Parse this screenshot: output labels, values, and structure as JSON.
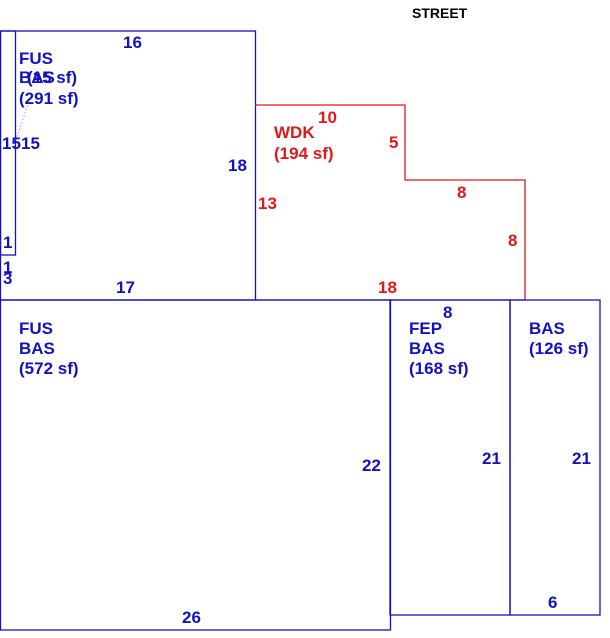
{
  "street_label": "STREET",
  "colors": {
    "structure": "#1212c0",
    "deck": "#e01818",
    "text": "#000000"
  },
  "areas": {
    "upper_fus": {
      "line1": "FUS",
      "line2": "BAS",
      "overlap": "(15 sf)",
      "area": "(291 sf)"
    },
    "wdk": {
      "line1": "WDK",
      "area": "(194 sf)"
    },
    "lower_fus": {
      "line1": "FUS",
      "line2": "BAS",
      "area": "(572 sf)"
    },
    "fep": {
      "line1": "FEP",
      "line2": "BAS",
      "area": "(168 sf)"
    },
    "bas_east": {
      "line1": "BAS",
      "area": "(126 sf)"
    }
  },
  "dimensions": {
    "upper_top": "16",
    "narrow_left": "15",
    "narrow_inner": "15",
    "narrow_bottom": "1",
    "narrow_step_a": "1",
    "narrow_step_b": "3",
    "upper_right": "18",
    "upper_bottom": "17",
    "wdk_top": "10",
    "wdk_step_down": "5",
    "wdk_mid": "8",
    "wdk_left": "13",
    "wdk_right": "8",
    "wdk_bottom": "18",
    "fep_top": "8",
    "lower_right": "22",
    "lower_bottom": "26",
    "fep_right": "21",
    "bas_right": "21",
    "bas_bottom": "6"
  }
}
